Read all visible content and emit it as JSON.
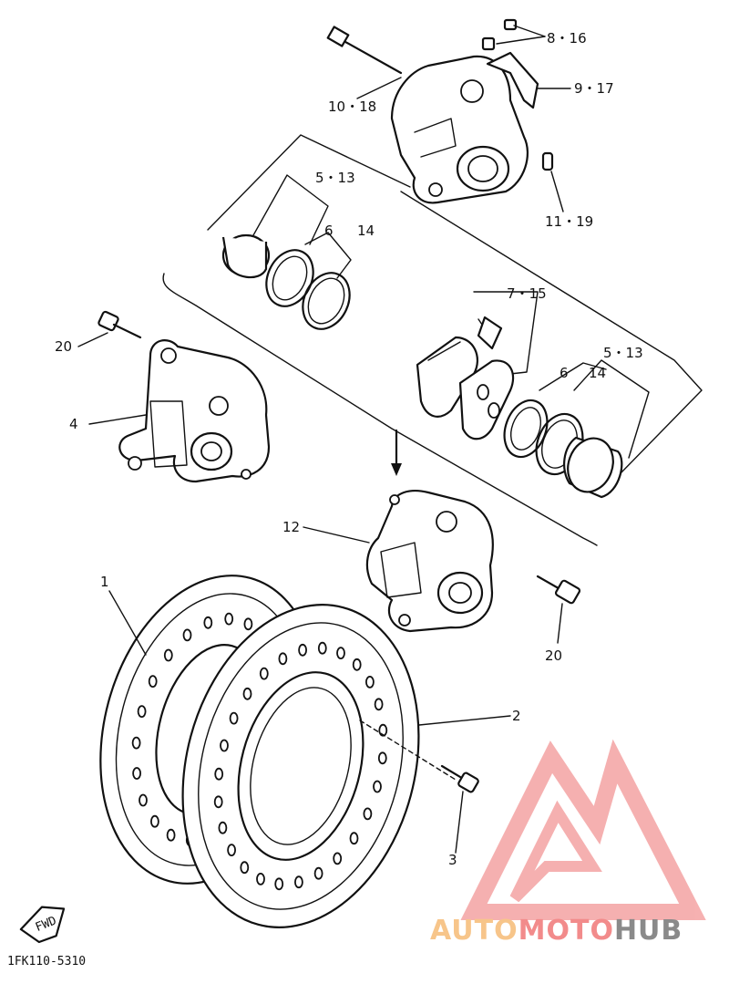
{
  "callouts": {
    "c_8_16": "8・16",
    "c_9_17": "9・17",
    "c_10_18": "10・18",
    "c_11_19": "11・19",
    "c_5_13_top": "5・13",
    "c_6_top": "6",
    "c_14_top": "14",
    "c_20_left": "20",
    "c_4": "4",
    "c_7_15": "7・15",
    "c_5_13_right": "5・13",
    "c_6_right": "6",
    "c_14_right": "14",
    "c_12": "12",
    "c_20_right": "20",
    "c_1": "1",
    "c_2": "2",
    "c_3": "3"
  },
  "fwd_label": "FWD",
  "diagram_code": "1FK110-5310",
  "watermark": {
    "part1": "AUTO",
    "part2": "MOTO",
    "part3": "HUB",
    "color_light": "#f7c58a",
    "color_red": "#f28b8b",
    "color_gray": "#8a8a8a"
  }
}
